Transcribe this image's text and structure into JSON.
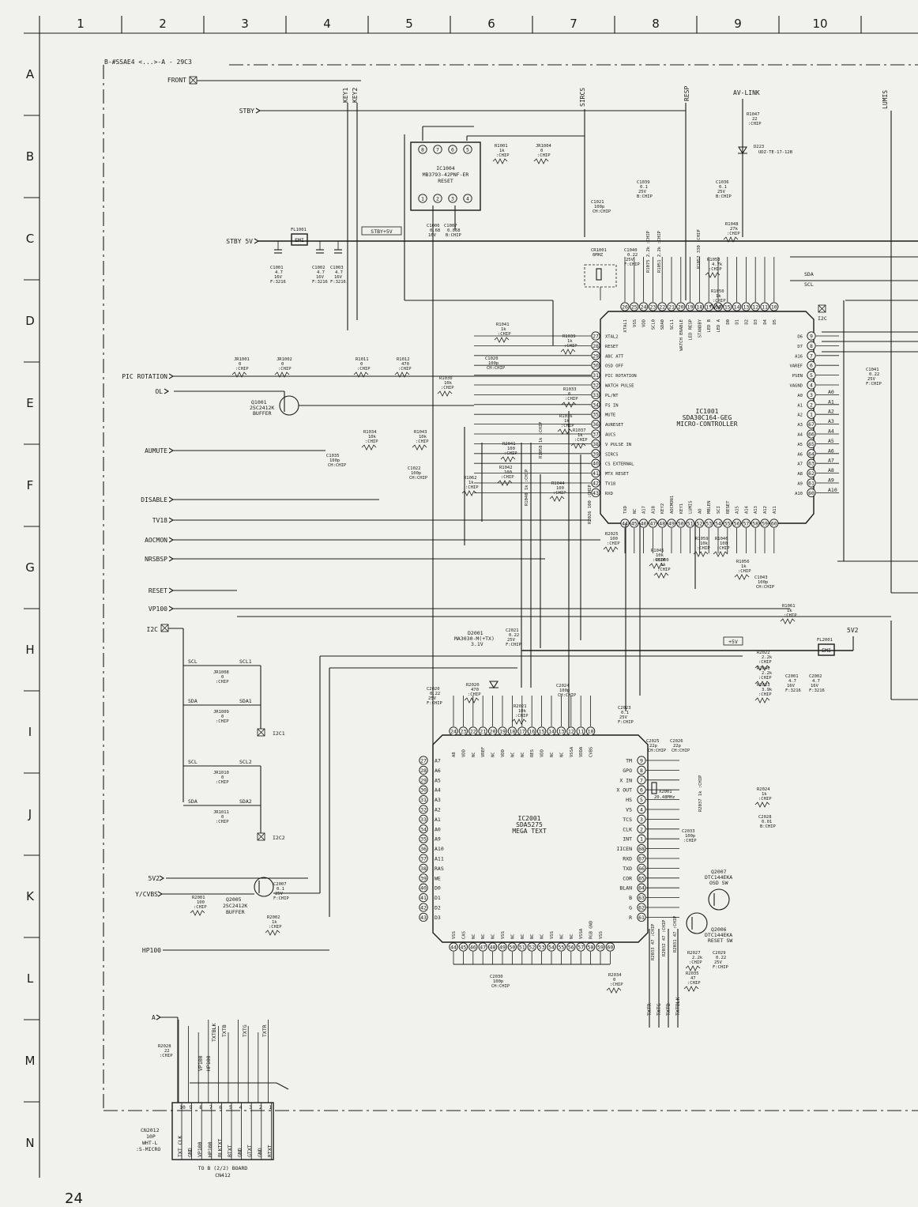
{
  "grid": {
    "columns": [
      "1",
      "2",
      "3",
      "4",
      "5",
      "6",
      "7",
      "8",
      "9",
      "10"
    ],
    "rows": [
      "A",
      "B",
      "C",
      "D",
      "E",
      "F",
      "G",
      "H",
      "I",
      "J",
      "K",
      "L",
      "M",
      "N"
    ]
  },
  "board_title": "B-#SSAE4 <...>-A - 29C3",
  "inputs": {
    "front": "FRONT",
    "stby": "STBY",
    "stby5v": "STBY 5V",
    "pic_rotation": "PIC ROTATION",
    "ol": "OL",
    "aumute": "AUMUTE",
    "disable": "DISABLE",
    "tv18": "TV18",
    "aocmon": "AOCMON",
    "nrsbsp": "NRSBSP",
    "reset": "RESET",
    "vp100": "VP100",
    "i2c": "I2C",
    "5v2": "5V2",
    "ycvbs": "Y/CVBS",
    "hp100": "HP100",
    "a": "A"
  },
  "net_labels": {
    "stby_5v_bus": "STBY+5V",
    "plus5v": "+5V",
    "av_link": "AV-LINK",
    "lumis": "LUMIS",
    "key1": "KEY1",
    "key2": "KEY2",
    "sircs": "SIRCS",
    "resp": "RESP",
    "sda": "SDA",
    "scl": "SCL",
    "i2c_r": "I2C",
    "i2c1": "I2C1",
    "i2c2": "I2C2",
    "scl1": "SCL1",
    "sda1": "SDA1",
    "scl2": "SCL2",
    "sda2": "SDA2",
    "txtr": "TXTR",
    "txtg": "TXTG",
    "txtb": "TXTB",
    "txtblk": "TXTBLK",
    "vp100v": "VP100",
    "hp100v": "HP100",
    "5v2_r": "5V2"
  },
  "ic1004": {
    "ref": "IC1004",
    "part": "MB3793-42PNF-ER",
    "func": "RESET",
    "top_pins": [
      "8",
      "7",
      "6",
      "5"
    ],
    "bottom_pins": [
      "1",
      "2",
      "3",
      "4"
    ]
  },
  "ic1001": {
    "ref": "IC1001",
    "part": "SDA30C164-GEG",
    "func": "MICRO-CONTROLLER",
    "left_pins": [
      {
        "n": "27",
        "name": "XTAL2"
      },
      {
        "n": "28",
        "name": "RESET"
      },
      {
        "n": "29",
        "name": "ABC ATT"
      },
      {
        "n": "30",
        "name": "OSD OFF"
      },
      {
        "n": "31",
        "name": "PIC ROTATION"
      },
      {
        "n": "32",
        "name": "WATCH PULSE"
      },
      {
        "n": "33",
        "name": "PL/NT"
      },
      {
        "n": "34",
        "name": "FS IN"
      },
      {
        "n": "35",
        "name": "MUTE"
      },
      {
        "n": "36",
        "name": "AURESET"
      },
      {
        "n": "37",
        "name": "AUCS"
      },
      {
        "n": "38",
        "name": "V PULSE IN"
      },
      {
        "n": "39",
        "name": "SIRCS"
      },
      {
        "n": "40",
        "name": "CS EXTERNAL"
      },
      {
        "n": "41",
        "name": "MTX RESET"
      },
      {
        "n": "42",
        "name": "TV18"
      },
      {
        "n": "43",
        "name": "RXD"
      }
    ],
    "right_pins": [
      {
        "n": "9",
        "name": "D6"
      },
      {
        "n": "8",
        "name": "D7"
      },
      {
        "n": "7",
        "name": "A16"
      },
      {
        "n": "6",
        "name": "VAREF"
      },
      {
        "n": "5",
        "name": "PSEN"
      },
      {
        "n": "4",
        "name": "VAGND"
      },
      {
        "n": "3",
        "name": "A0"
      },
      {
        "n": "2",
        "name": "A1"
      },
      {
        "n": "1",
        "name": "A2"
      },
      {
        "n": "67",
        "name": "A3"
      },
      {
        "n": "66",
        "name": "A4"
      },
      {
        "n": "65",
        "name": "A5"
      },
      {
        "n": "64",
        "name": "A6"
      },
      {
        "n": "63",
        "name": "A7"
      },
      {
        "n": "62",
        "name": "A8"
      },
      {
        "n": "61",
        "name": "A9"
      },
      {
        "n": "60",
        "name": "A10"
      }
    ],
    "top_pins": [
      {
        "n": "26",
        "name": "XTAL1"
      },
      {
        "n": "25",
        "name": "VSS"
      },
      {
        "n": "24",
        "name": "VDD"
      },
      {
        "n": "23",
        "name": "SCL0"
      },
      {
        "n": "22",
        "name": "SDA0"
      },
      {
        "n": "21",
        "name": "SCL1"
      },
      {
        "n": "20",
        "name": "WATCH ENABLE"
      },
      {
        "n": "19",
        "name": "LED RESP"
      },
      {
        "n": "18",
        "name": "STANDBY"
      },
      {
        "n": "17",
        "name": "LED B"
      },
      {
        "n": "16",
        "name": "LED A"
      },
      {
        "n": "15",
        "name": "D0"
      },
      {
        "n": "14",
        "name": "D1"
      },
      {
        "n": "13",
        "name": "D2"
      },
      {
        "n": "12",
        "name": "D3"
      },
      {
        "n": "11",
        "name": "D4"
      },
      {
        "n": "10",
        "name": "D5"
      }
    ],
    "bottom_pins": [
      {
        "n": "44",
        "name": "TXD"
      },
      {
        "n": "45",
        "name": "NC"
      },
      {
        "n": "46",
        "name": "A17"
      },
      {
        "n": "47",
        "name": "A18"
      },
      {
        "n": "48",
        "name": "KEY2"
      },
      {
        "n": "49",
        "name": "AOCMON1"
      },
      {
        "n": "50",
        "name": "KEY1"
      },
      {
        "n": "51",
        "name": "LUMIS"
      },
      {
        "n": "52",
        "name": "AO"
      },
      {
        "n": "53",
        "name": "MBLEN"
      },
      {
        "n": "54",
        "name": "SCI"
      },
      {
        "n": "55",
        "name": "RESET"
      },
      {
        "n": "56",
        "name": "A15"
      },
      {
        "n": "57",
        "name": "A14"
      },
      {
        "n": "58",
        "name": "A13"
      },
      {
        "n": "59",
        "name": "A12"
      },
      {
        "n": "60",
        "name": "A11"
      }
    ]
  },
  "ic2001": {
    "ref": "IC2001",
    "part": "SDA5275",
    "func": "MEGA TEXT",
    "top_pins": [
      {
        "n": "24",
        "name": "A8"
      },
      {
        "n": "23",
        "name": "VDD"
      },
      {
        "n": "22",
        "name": "NC"
      },
      {
        "n": "21",
        "name": "VREF"
      },
      {
        "n": "20",
        "name": "NC"
      },
      {
        "n": "19",
        "name": "VDD"
      },
      {
        "n": "18",
        "name": "NC"
      },
      {
        "n": "17",
        "name": "NC"
      },
      {
        "n": "16",
        "name": "RES"
      },
      {
        "n": "15",
        "name": "VDD"
      },
      {
        "n": "14",
        "name": "NC"
      },
      {
        "n": "13",
        "name": "NC"
      },
      {
        "n": "12",
        "name": "VSSA"
      },
      {
        "n": "11",
        "name": "VDDA"
      },
      {
        "n": "10",
        "name": "CVBS"
      }
    ],
    "left_pins": [
      {
        "n": "27",
        "name": "A7"
      },
      {
        "n": "28",
        "name": "A6"
      },
      {
        "n": "29",
        "name": "A5"
      },
      {
        "n": "30",
        "name": "A4"
      },
      {
        "n": "31",
        "name": "A3"
      },
      {
        "n": "32",
        "name": "A2"
      },
      {
        "n": "33",
        "name": "A1"
      },
      {
        "n": "34",
        "name": "A0"
      },
      {
        "n": "35",
        "name": "A9"
      },
      {
        "n": "36",
        "name": "A10"
      },
      {
        "n": "37",
        "name": "A11"
      },
      {
        "n": "38",
        "name": "RAS"
      },
      {
        "n": "39",
        "name": "WE"
      },
      {
        "n": "40",
        "name": "D0"
      },
      {
        "n": "41",
        "name": "D1"
      },
      {
        "n": "42",
        "name": "D2"
      },
      {
        "n": "43",
        "name": "D3"
      }
    ],
    "right_pins": [
      {
        "n": "9",
        "name": "TM"
      },
      {
        "n": "8",
        "name": "GPO"
      },
      {
        "n": "7",
        "name": "X IN"
      },
      {
        "n": "6",
        "name": "X OUT"
      },
      {
        "n": "5",
        "name": "HS"
      },
      {
        "n": "4",
        "name": "VS"
      },
      {
        "n": "3",
        "name": "TCS"
      },
      {
        "n": "2",
        "name": "CLK"
      },
      {
        "n": "1",
        "name": "INT"
      },
      {
        "n": "68",
        "name": "IICEN"
      },
      {
        "n": "67",
        "name": "RXD"
      },
      {
        "n": "66",
        "name": "TXD"
      },
      {
        "n": "65",
        "name": "COR"
      },
      {
        "n": "64",
        "name": "BLAN"
      },
      {
        "n": "63",
        "name": "B"
      },
      {
        "n": "62",
        "name": "G"
      },
      {
        "n": "61",
        "name": "R"
      }
    ],
    "bottom_pins": [
      {
        "n": "44",
        "name": "VSS"
      },
      {
        "n": "45",
        "name": "CAS"
      },
      {
        "n": "46",
        "name": "NC"
      },
      {
        "n": "47",
        "name": "NC"
      },
      {
        "n": "48",
        "name": "NC"
      },
      {
        "n": "49",
        "name": "VSS"
      },
      {
        "n": "50",
        "name": "NC"
      },
      {
        "n": "51",
        "name": "NC"
      },
      {
        "n": "52",
        "name": "NC"
      },
      {
        "n": "53",
        "name": "NC"
      },
      {
        "n": "54",
        "name": "VSS"
      },
      {
        "n": "55",
        "name": "NC"
      },
      {
        "n": "56",
        "name": "NC"
      },
      {
        "n": "57",
        "name": "VSSA"
      },
      {
        "n": "58",
        "name": "RGB GND"
      },
      {
        "n": "59",
        "name": "VSS"
      },
      {
        "n": "60",
        "name": ""
      }
    ]
  },
  "transistors": [
    {
      "ref": "Q1001",
      "part": "2SC2412K",
      "func": "BUFFER"
    },
    {
      "ref": "Q2005",
      "part": "2SC2412K",
      "func": "BUFFER"
    },
    {
      "ref": "Q2007",
      "part": "DTC144EKA",
      "func": "OSD SW"
    },
    {
      "ref": "Q2006",
      "part": "DTC144EKA",
      "func": "RESET SW"
    }
  ],
  "diodes": [
    {
      "ref": "D223",
      "part": "UDZ-TE-17-12B"
    },
    {
      "ref": "D2001",
      "part": "MA3030-M(+TX)",
      "val": "3.1V"
    }
  ],
  "filters": [
    {
      "ref": "FL1001",
      "body": "EMI"
    },
    {
      "ref": "FL2001",
      "body": "EMI"
    }
  ],
  "crystals": [
    {
      "ref": "CR1001",
      "val": "6MHZ"
    },
    {
      "ref": "X2001",
      "val": "20.48MHz"
    }
  ],
  "resistors": [
    {
      "ref": "R1001",
      "v1": "1k",
      "v2": ":CHIP"
    },
    {
      "ref": "JR1004",
      "v1": "0",
      "v2": ":CHIP"
    },
    {
      "ref": "R1047",
      "v1": "22",
      "v2": ":CHIP"
    },
    {
      "ref": "R1048",
      "v1": "27k",
      "v2": ":CHIP"
    },
    {
      "ref": "R1053",
      "v1": "4.7k",
      "v2": ":CHIP"
    },
    {
      "ref": "R1050",
      "v1": "1k",
      "v2": ":CHIP"
    },
    {
      "ref": "R1041",
      "v1": "1k",
      "v2": ":CHIP"
    },
    {
      "ref": "R1039",
      "v1": "1k",
      "v2": ":CHIP"
    },
    {
      "ref": "JR1001",
      "v1": "0",
      "v2": ":CHIP"
    },
    {
      "ref": "JR1002",
      "v1": "0",
      "v2": ":CHIP"
    },
    {
      "ref": "R1011",
      "v1": "0",
      "v2": ":CHIP"
    },
    {
      "ref": "R1012",
      "v1": "470",
      "v2": ":CHIP"
    },
    {
      "ref": "R1030",
      "v1": "10k",
      "v2": ":CHIP"
    },
    {
      "ref": "R1033",
      "v1": "0",
      "v2": ":CHIP"
    },
    {
      "ref": "R1034",
      "v1": "10k",
      "v2": ":CHIP"
    },
    {
      "ref": "R1043",
      "v1": "10k",
      "v2": ":CHIP"
    },
    {
      "ref": "R1036",
      "v1": "1k",
      "v2": ":CHIP"
    },
    {
      "ref": "R1037",
      "v1": "1k",
      "v2": ":CHIP"
    },
    {
      "ref": "R2041",
      "v1": "100",
      "v2": ":CHIP"
    },
    {
      "ref": "R1042",
      "v1": "100",
      "v2": ":CHIP"
    },
    {
      "ref": "R1062",
      "v1": "1k",
      "v2": ":CHIP"
    },
    {
      "ref": "R1044",
      "v1": "100",
      "v2": ":CHIP"
    },
    {
      "ref": "R2025",
      "v1": "100",
      "v2": ":CHIP"
    },
    {
      "ref": "R1045",
      "v1": "10k",
      "v2": ":CHIP"
    },
    {
      "ref": "R1060",
      "v1": "1k",
      "v2": ":CHIP"
    },
    {
      "ref": "R1059",
      "v1": "10k",
      "v2": ":CHIP"
    },
    {
      "ref": "R1046",
      "v1": "100",
      "v2": ":CHIP"
    },
    {
      "ref": "R1056",
      "v1": "1k",
      "v2": ":CHIP"
    },
    {
      "ref": "R1061",
      "v1": "1k",
      "v2": ":CHIP"
    },
    {
      "ref": "JR1008",
      "v1": "0",
      "v2": ":CHIP"
    },
    {
      "ref": "JR1009",
      "v1": "0",
      "v2": ":CHIP"
    },
    {
      "ref": "JR1010",
      "v1": "0",
      "v2": ":CHIP"
    },
    {
      "ref": "JR1011",
      "v1": "0",
      "v2": ":CHIP"
    },
    {
      "ref": "R2020",
      "v1": "470",
      "v2": ":CHIP"
    },
    {
      "ref": "R2021",
      "v1": "10k",
      "v2": ":CHIP"
    },
    {
      "ref": "R2022",
      "v1": "2.2k",
      "v2": ":CHIP"
    },
    {
      "ref": "R2040",
      "v1": "2.2k",
      "v2": ":CHIP"
    },
    {
      "ref": "R2023",
      "v1": "3.9k",
      "v2": ":CHIP"
    },
    {
      "ref": "R2024",
      "v1": "1k",
      "v2": ":CHIP"
    },
    {
      "ref": "R2001",
      "v1": "100",
      "v2": ":CHIP"
    },
    {
      "ref": "R2002",
      "v1": "1k",
      "v2": ":CHIP"
    },
    {
      "ref": "R2027",
      "v1": "2.2k",
      "v2": ":CHIP"
    },
    {
      "ref": "R2035",
      "v1": "47",
      "v2": ":CHIP"
    },
    {
      "ref": "R2034",
      "v1": "0",
      "v2": ":CHIP"
    },
    {
      "ref": "R2028",
      "v1": "22",
      "v2": ":CHIP"
    }
  ],
  "vertical_resistors": [
    {
      "ref": "R1075",
      "v": "2.2k"
    },
    {
      "ref": "R1051",
      "v": "2.2k"
    },
    {
      "ref": "R1052",
      "v": "330"
    },
    {
      "ref": "R1040",
      "v": "1k"
    },
    {
      "ref": "R1058",
      "v": "1k"
    },
    {
      "ref": "R2026",
      "v": "100"
    },
    {
      "ref": "R2037",
      "v": "1k"
    },
    {
      "ref": "R2033",
      "v": "47"
    },
    {
      "ref": "R2032",
      "v": "47"
    },
    {
      "ref": "R2031",
      "v": "47"
    }
  ],
  "capacitors": [
    {
      "ref": "C1039",
      "v1": "0.1",
      "v2": "25V",
      "v3": "B:CHIP"
    },
    {
      "ref": "C1036",
      "v1": "0.1",
      "v2": "25V",
      "v3": "B:CHIP"
    },
    {
      "ref": "C1021",
      "v1": "100p",
      "v2": "CH:CHIP",
      "v3": ""
    },
    {
      "ref": "C1006",
      "v1": "0.68",
      "v2": "16V",
      "v3": ""
    },
    {
      "ref": "C1007",
      "v1": "0.068",
      "v2": "B:CHIP",
      "v3": ""
    },
    {
      "ref": "C1001",
      "v1": "4.7",
      "v2": "16V",
      "v3": "F:3216"
    },
    {
      "ref": "C1002",
      "v1": "4.7",
      "v2": "16V",
      "v3": "F:3216"
    },
    {
      "ref": "C1003",
      "v1": "4.7",
      "v2": "16V",
      "v3": "F:3216"
    },
    {
      "ref": "C1040",
      "v1": "0.22",
      "v2": "25V",
      "v3": "F:CHIP"
    },
    {
      "ref": "C1020",
      "v1": "100p",
      "v2": "CH:CHIP",
      "v3": ""
    },
    {
      "ref": "C1041",
      "v1": "0.22",
      "v2": "25V",
      "v3": "F:CHIP"
    },
    {
      "ref": "C1035",
      "v1": "100p",
      "v2": "CH:CHIP",
      "v3": ""
    },
    {
      "ref": "C1022",
      "v1": "100p",
      "v2": "CH:CHIP",
      "v3": ""
    },
    {
      "ref": "C1043",
      "v1": "100p",
      "v2": "CH:CHIP",
      "v3": ""
    },
    {
      "ref": "C2021",
      "v1": "0.22",
      "v2": "25V",
      "v3": "F:CHIP"
    },
    {
      "ref": "C2020",
      "v1": "0.22",
      "v2": "25V",
      "v3": "F:CHIP"
    },
    {
      "ref": "C2024",
      "v1": "100p",
      "v2": "CH:CHIP",
      "v3": ""
    },
    {
      "ref": "C2023",
      "v1": "0.1",
      "v2": "25V",
      "v3": "F:CHIP"
    },
    {
      "ref": "C2001",
      "v1": "4.7",
      "v2": "16V",
      "v3": "F:3216"
    },
    {
      "ref": "C2002",
      "v1": "4.7",
      "v2": "16V",
      "v3": "F:3216"
    },
    {
      "ref": "C2025",
      "v1": "22p",
      "v2": "CH:CHIP",
      "v3": ""
    },
    {
      "ref": "C2026",
      "v1": "22p",
      "v2": "CH:CHIP",
      "v3": ""
    },
    {
      "ref": "C2028",
      "v1": "0.01",
      "v2": "B:CHIP",
      "v3": ""
    },
    {
      "ref": "C2033",
      "v1": "100p",
      "v2": ":CHIP",
      "v3": ""
    },
    {
      "ref": "C2007",
      "v1": "0.1",
      "v2": "25V",
      "v3": "F:CHIP"
    },
    {
      "ref": "C2029",
      "v1": "0.22",
      "v2": "25V",
      "v3": "F:CHIP"
    },
    {
      "ref": "C2030",
      "v1": "100p",
      "v2": "CH:CHIP",
      "v3": ""
    }
  ],
  "connector": {
    "ref": "CN2012",
    "type": "10P",
    "color": "WHT-L",
    "kind": ":S-MICRO",
    "dest1": "TO B (2/2) BOARD",
    "dest2": "CN412",
    "pins": [
      {
        "n": "10",
        "name": "TXT CLK"
      },
      {
        "n": "9",
        "name": "GND"
      },
      {
        "n": "8",
        "name": "VP100"
      },
      {
        "n": "7",
        "name": "HP100"
      },
      {
        "n": "6",
        "name": "BLKTXT"
      },
      {
        "n": "5",
        "name": "BTXT"
      },
      {
        "n": "4",
        "name": "GND"
      },
      {
        "n": "3",
        "name": "GTXT"
      },
      {
        "n": "2",
        "name": "GND"
      },
      {
        "n": "1",
        "name": "RTXT"
      }
    ]
  },
  "page_number": "24"
}
